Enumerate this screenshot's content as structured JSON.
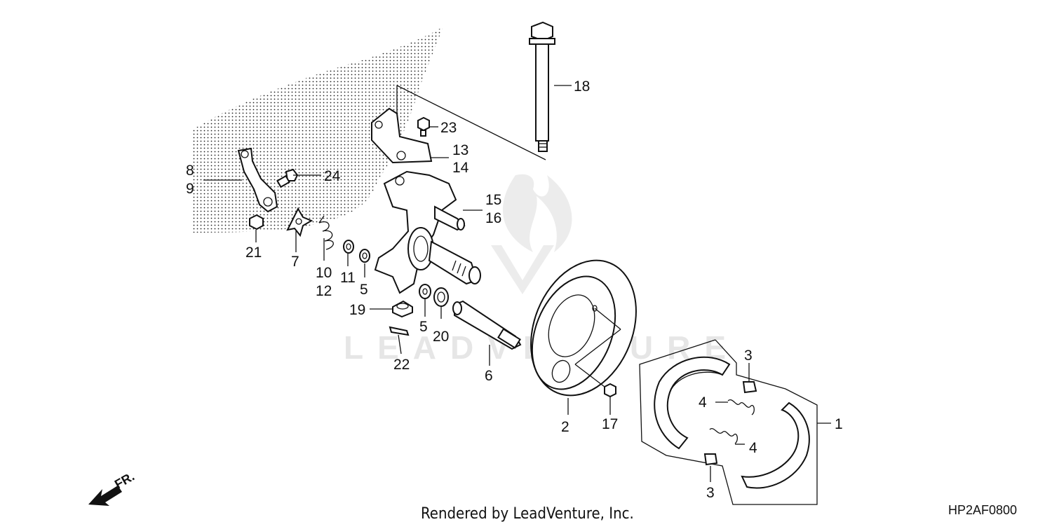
{
  "diagram": {
    "callouts": [
      "1",
      "2",
      "3",
      "4",
      "5",
      "6",
      "7",
      "8",
      "9",
      "10",
      "11",
      "12",
      "13",
      "14",
      "15",
      "16",
      "17",
      "18",
      "19",
      "20",
      "21",
      "22",
      "23",
      "24"
    ],
    "watermark": "LEADVENTURE",
    "direction_label": "FR.",
    "footer": "Rendered by LeadVenture, Inc.",
    "diagram_code": "HP2AF0800"
  }
}
